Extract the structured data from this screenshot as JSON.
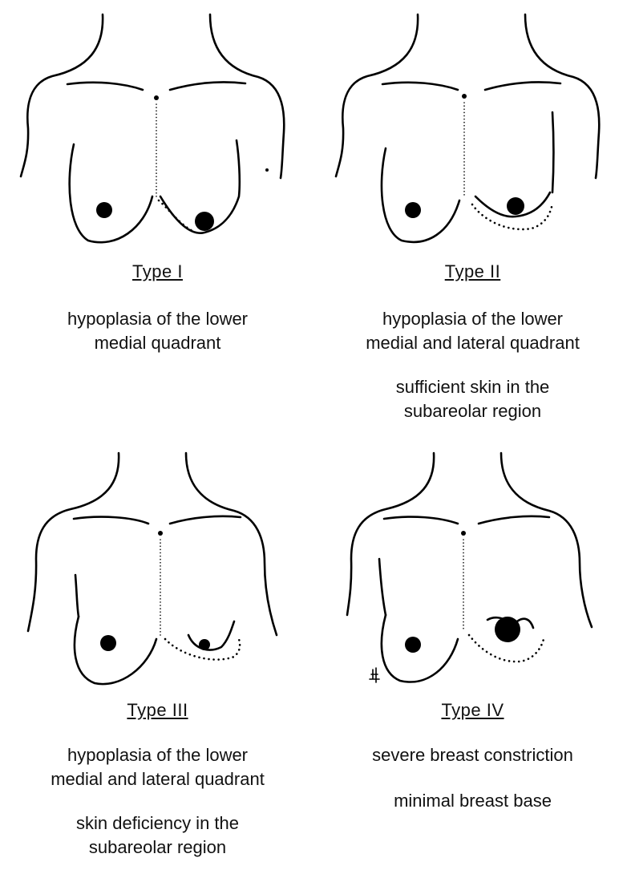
{
  "panels": [
    {
      "type_label": "Type I",
      "description_blocks": [
        [
          "hypoplasia of the lower",
          "medial quadrant"
        ]
      ]
    },
    {
      "type_label": "Type II",
      "description_blocks": [
        [
          "hypoplasia of the lower",
          "medial and lateral quadrant"
        ],
        [
          "sufficient skin in the",
          "subareolar region"
        ]
      ]
    },
    {
      "type_label": "Type III",
      "description_blocks": [
        [
          "hypoplasia of the lower",
          "medial and lateral quadrant"
        ],
        [
          "skin deficiency in the",
          "subareolar region"
        ]
      ]
    },
    {
      "type_label": "Type IV",
      "description_blocks": [
        [
          "severe breast constriction"
        ],
        [
          "minimal breast base"
        ]
      ]
    }
  ]
}
